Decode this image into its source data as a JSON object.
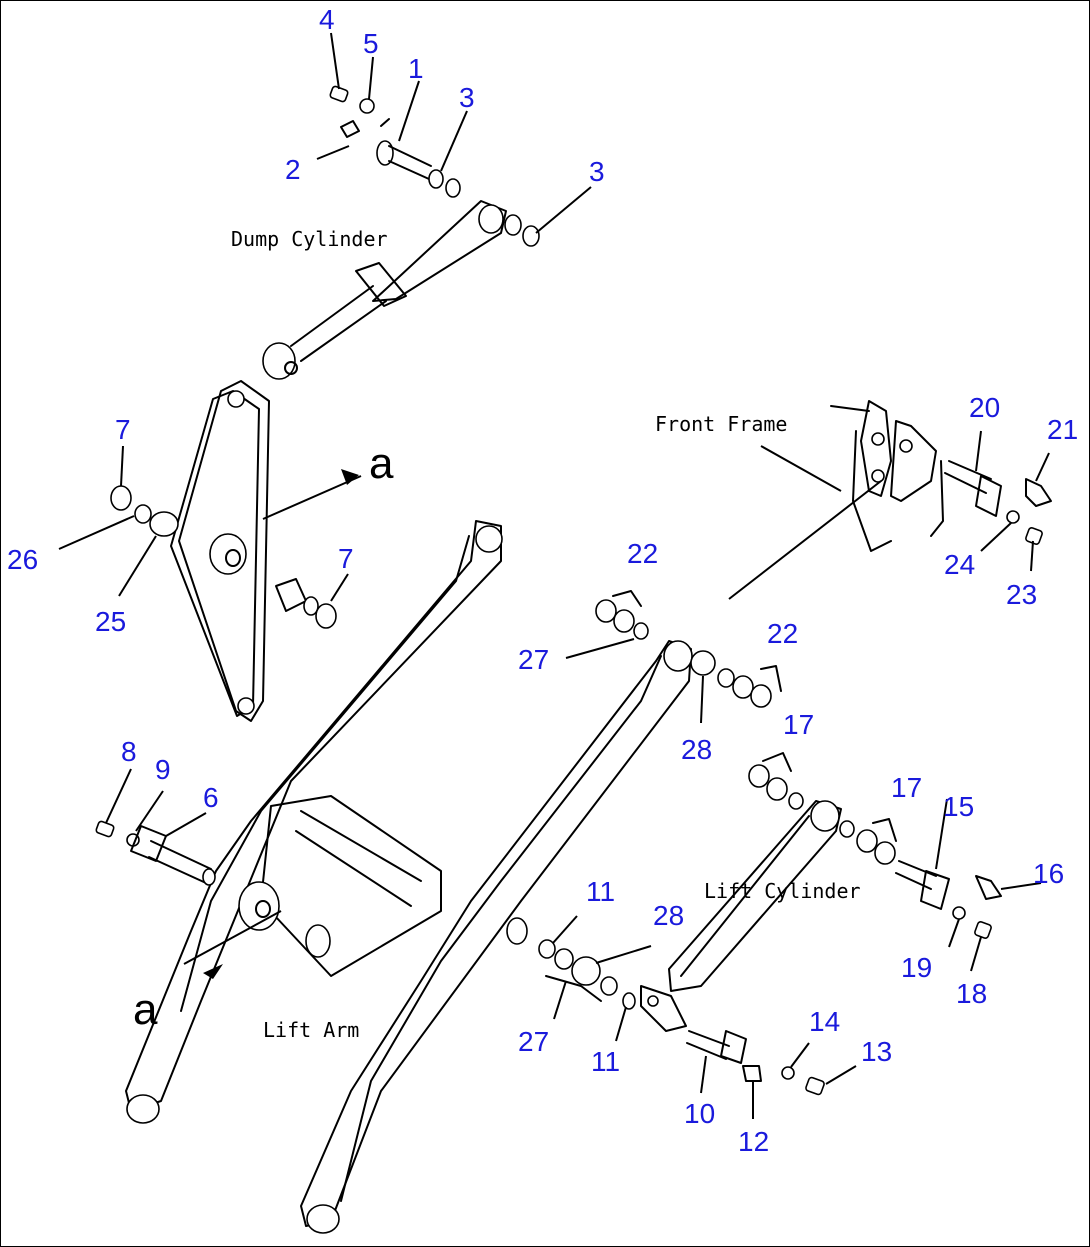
{
  "diagram": {
    "text_labels": {
      "dump_cylinder": "Dump Cylinder",
      "front_frame": "Front Frame",
      "lift_cylinder": "Lift Cylinder",
      "lift_arm": "Lift Arm",
      "section_a_upper": "a",
      "section_a_lower": "a"
    },
    "callouts": {
      "c1": "1",
      "c2": "2",
      "c3a": "3",
      "c3b": "3",
      "c4": "4",
      "c5": "5",
      "c6": "6",
      "c7a": "7",
      "c7b": "7",
      "c8": "8",
      "c9": "9",
      "c10": "10",
      "c11a": "11",
      "c11b": "11",
      "c12": "12",
      "c13": "13",
      "c14": "14",
      "c15": "15",
      "c16": "16",
      "c17a": "17",
      "c17b": "17",
      "c18": "18",
      "c19": "19",
      "c20": "20",
      "c21": "21",
      "c22a": "22",
      "c22b": "22",
      "c23": "23",
      "c24": "24",
      "c25": "25",
      "c26": "26",
      "c27a": "27",
      "c27b": "27",
      "c28a": "28",
      "c28b": "28"
    }
  }
}
